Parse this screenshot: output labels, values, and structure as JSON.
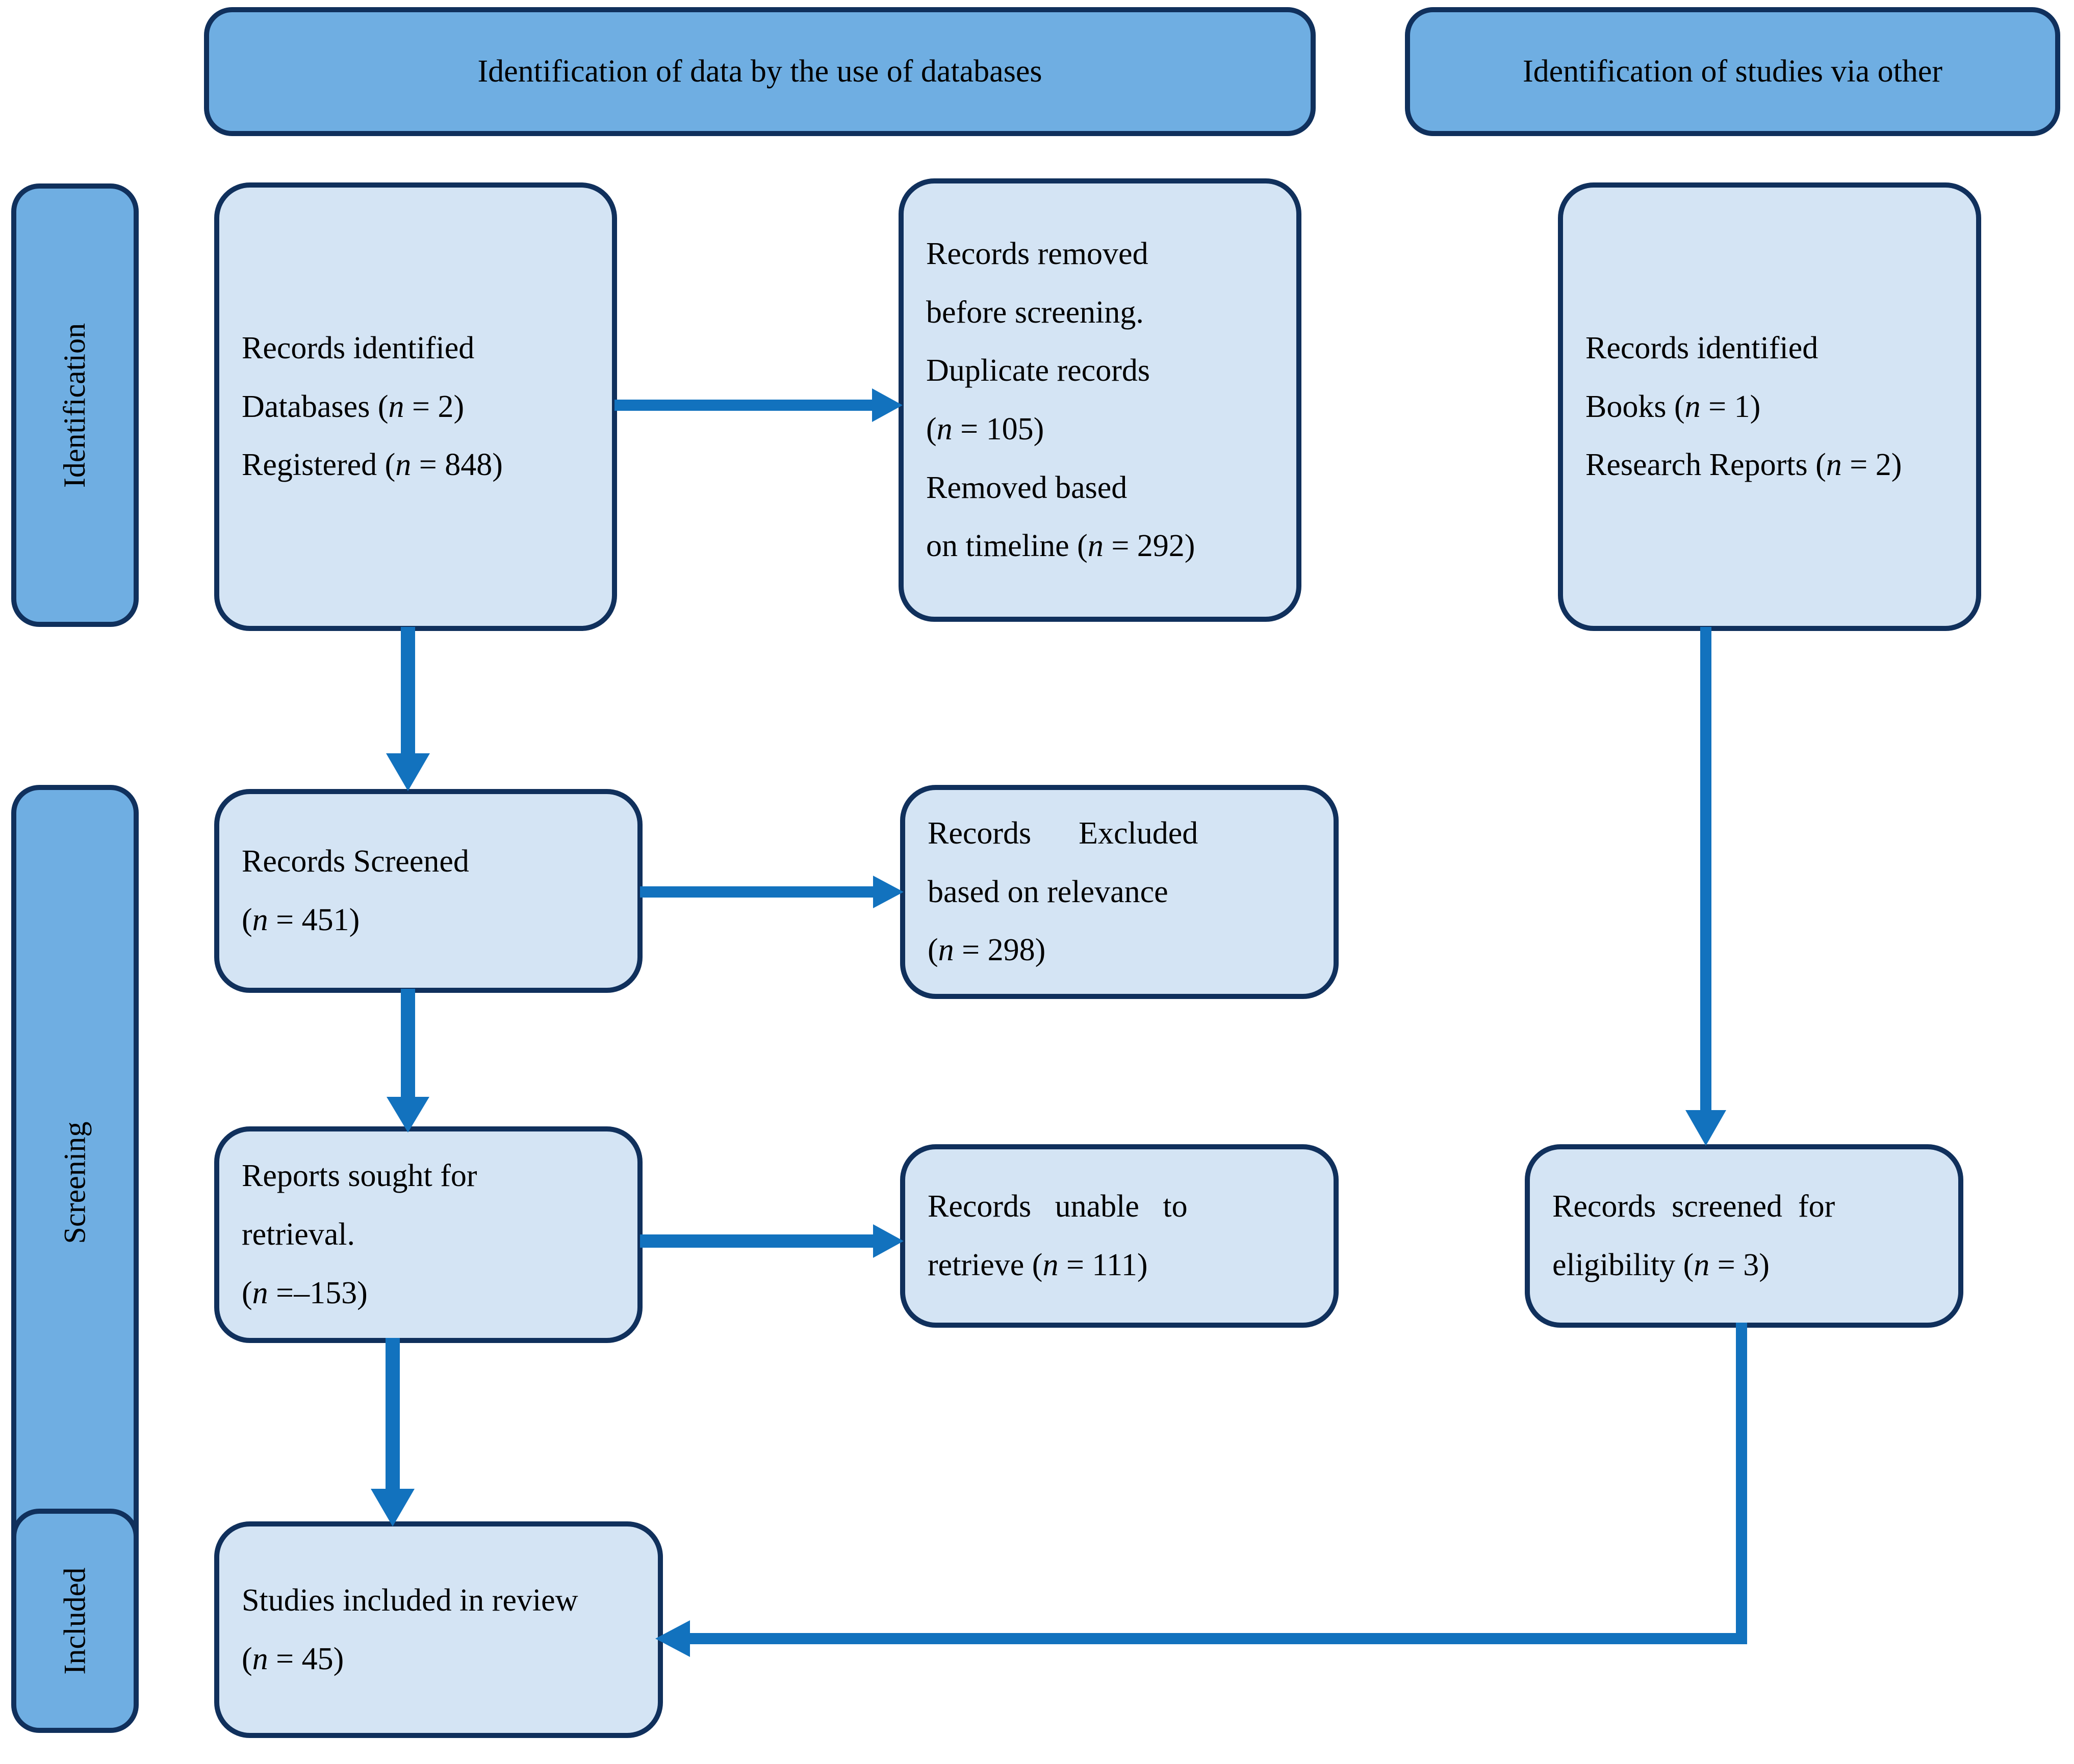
{
  "diagram": {
    "title": "PRISMA flow diagram",
    "colors": {
      "node_fill": "#D4E4F4",
      "node_border": "#10305C",
      "banner_fill": "#6FAEE2",
      "arrow": "#1272BE",
      "text": "#000000",
      "background": "#FFFFFF"
    }
  },
  "banners": {
    "databases": "Identification of data by the use of databases",
    "other": "Identification of studies via other"
  },
  "stages": {
    "identification": "Identification",
    "screening": "Screening",
    "included": "Included"
  },
  "nodes": {
    "records_identified_db": {
      "lines": [
        "Records identified",
        "Databases (n = 2)",
        "Registered (n = 848)"
      ]
    },
    "records_removed": {
      "lines": [
        "Records removed",
        "before screening.",
        "Duplicate records",
        "(n = 105)",
        "Removed based",
        "on timeline (n = 292)"
      ]
    },
    "records_identified_other": {
      "lines": [
        "Records identified",
        "Books (n = 1)",
        "Research Reports (n = 2)"
      ]
    },
    "records_screened": {
      "lines": [
        "Records Screened",
        "(n = 451)"
      ]
    },
    "records_excluded": {
      "lines": [
        "Records      Excluded",
        "based on relevance",
        "(n = 298)"
      ]
    },
    "reports_sought": {
      "lines": [
        "Reports sought for",
        "retrieval.",
        "(n =–153)"
      ]
    },
    "records_unable": {
      "lines": [
        "Records   unable   to",
        "retrieve (n = 111)"
      ]
    },
    "records_eligibility": {
      "lines": [
        "Records  screened  for",
        "eligibility (n = 3)"
      ]
    },
    "studies_included": {
      "lines": [
        "Studies included in review",
        "(n = 45)"
      ]
    }
  },
  "connectors": [
    {
      "name": "identified-to-removed",
      "kind": "arrow-right"
    },
    {
      "name": "identified-to-screened",
      "kind": "arrow-down"
    },
    {
      "name": "screened-to-excluded",
      "kind": "arrow-right"
    },
    {
      "name": "screened-to-sought",
      "kind": "arrow-down"
    },
    {
      "name": "sought-to-unable",
      "kind": "arrow-right"
    },
    {
      "name": "sought-to-included",
      "kind": "arrow-down"
    },
    {
      "name": "other-to-eligibility",
      "kind": "arrow-down"
    },
    {
      "name": "eligibility-to-included",
      "kind": "arrow-elbow-left"
    }
  ]
}
